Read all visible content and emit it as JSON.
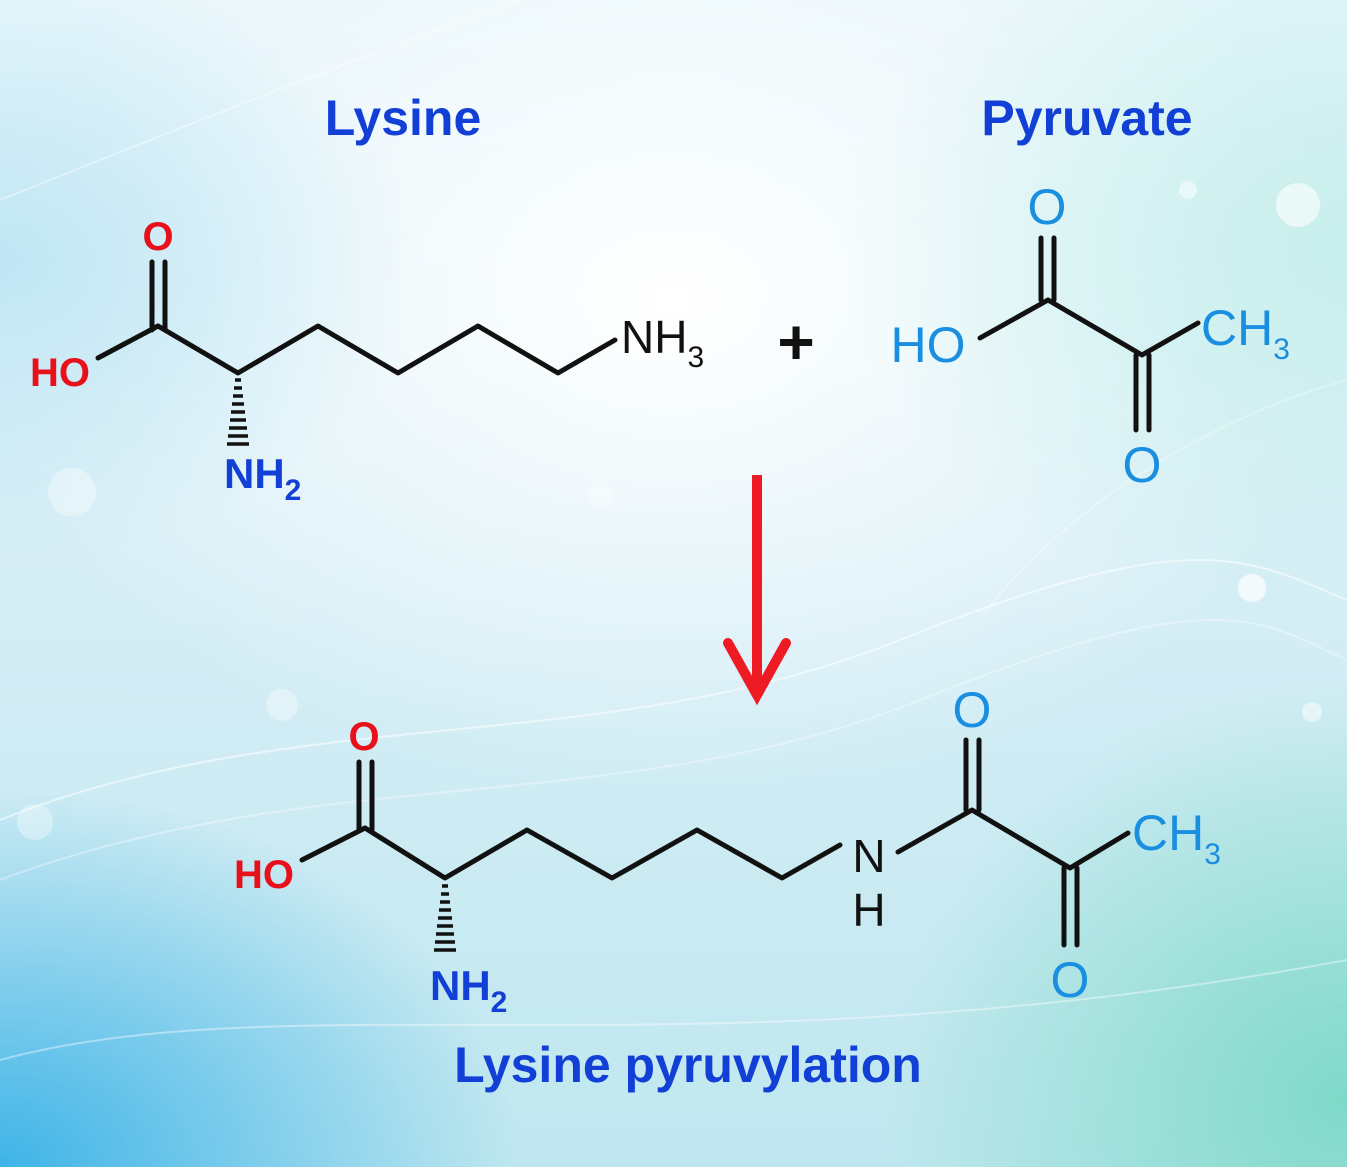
{
  "labels": {
    "lysine_title": "Lysine",
    "pyruvate_title": "Pyruvate",
    "product_title": "Lysine pyruvylation",
    "plus_sign": "+"
  },
  "lysine": {
    "carbonyl_o": "O",
    "hydroxyl": "HO",
    "alpha_amine": "NH",
    "alpha_amine_sub": "2",
    "terminal_amine": "NH",
    "terminal_amine_sub": "3"
  },
  "pyruvate": {
    "acid_o": "O",
    "hydroxyl": "HO",
    "keto_o": "O",
    "methyl": "CH",
    "methyl_sub": "3"
  },
  "product": {
    "carbonyl_o": "O",
    "hydroxyl": "HO",
    "alpha_amine": "NH",
    "alpha_amine_sub": "2",
    "amide_n": "N",
    "amide_h": "H",
    "amide_o": "O",
    "keto_o": "O",
    "methyl": "CH",
    "methyl_sub": "3"
  },
  "colors": {
    "title_blue": "#1240d6",
    "oxygen_red": "#e8101a",
    "amine_blue": "#1240d6",
    "pyruvate_blue": "#1a8ee0",
    "bond_black": "#111111",
    "arrow_red": "#ee1b24"
  }
}
